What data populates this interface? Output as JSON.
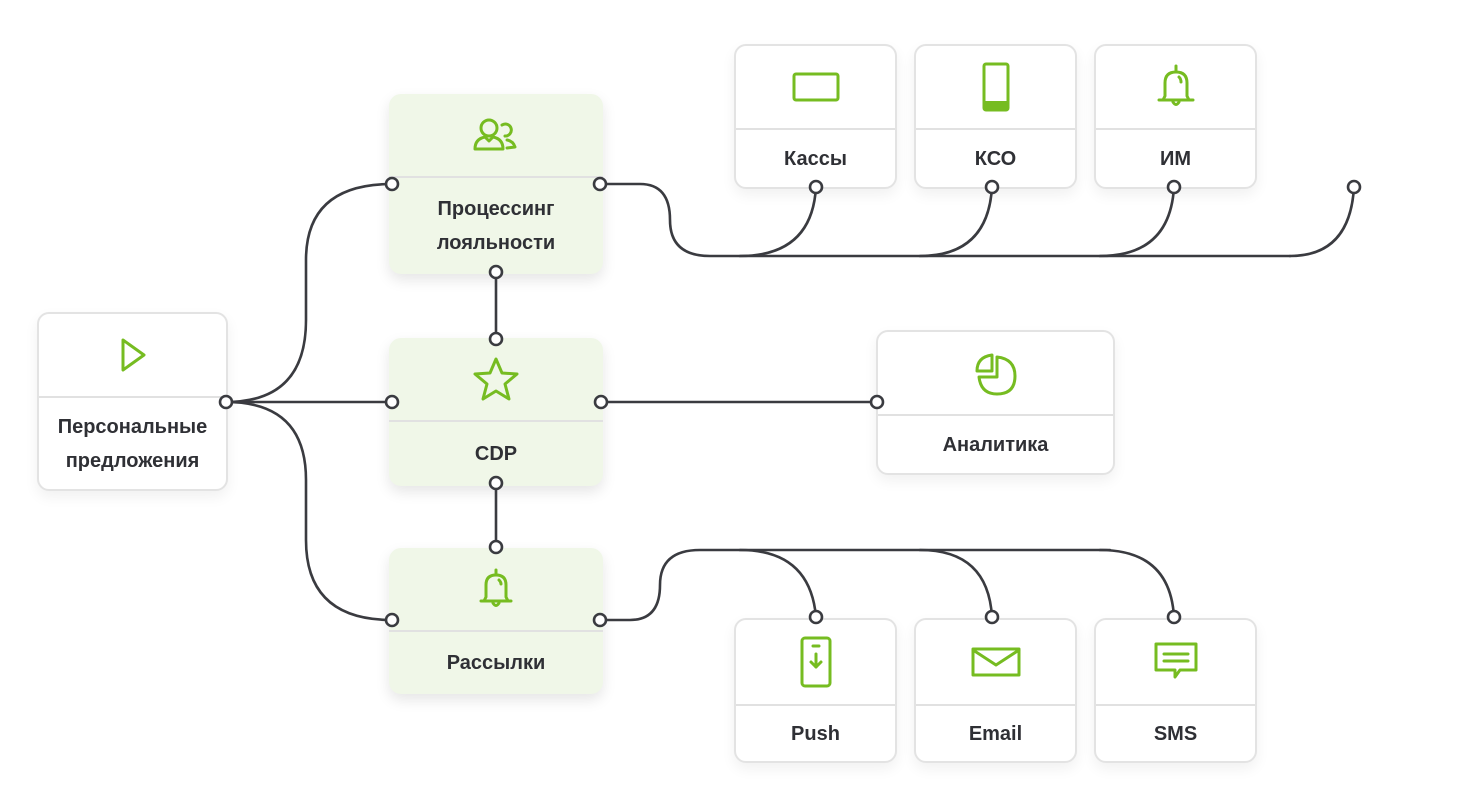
{
  "diagram": {
    "accent_color": "#76bc21",
    "line_color": "#3a3b40",
    "hub_background": "#f0f7e8",
    "nodes": {
      "personal": {
        "label": "Персональные предложения",
        "icon": "play-icon"
      },
      "loyalty": {
        "label": "Процессинг лояльности",
        "icon": "users-icon"
      },
      "cdp": {
        "label": "CDP",
        "icon": "star-icon"
      },
      "mailing": {
        "label": "Рассылки",
        "icon": "bell-icon"
      },
      "kassy": {
        "label": "Кассы",
        "icon": "pos-terminal-icon"
      },
      "kso": {
        "label": "КСО",
        "icon": "phone-icon"
      },
      "im": {
        "label": "ИМ",
        "icon": "bell-icon"
      },
      "analytics": {
        "label": "Аналитика",
        "icon": "pie-chart-icon"
      },
      "push": {
        "label": "Push",
        "icon": "phone-download-icon"
      },
      "email": {
        "label": "Email",
        "icon": "envelope-icon"
      },
      "sms": {
        "label": "SMS",
        "icon": "chat-message-icon"
      }
    },
    "edges": [
      {
        "from": "Персональные предложения",
        "to": "Процессинг лояльности"
      },
      {
        "from": "Персональные предложения",
        "to": "CDP"
      },
      {
        "from": "Персональные предложения",
        "to": "Рассылки"
      },
      {
        "from": "Процессинг лояльности",
        "to": "CDP"
      },
      {
        "from": "CDP",
        "to": "Рассылки"
      },
      {
        "from": "CDP",
        "to": "Аналитика"
      },
      {
        "from": "Процессинг лояльности",
        "to": "Кассы"
      },
      {
        "from": "Процессинг лояльности",
        "to": "КСО"
      },
      {
        "from": "Процессинг лояльности",
        "to": "ИМ"
      },
      {
        "from": "Процессинг лояльности",
        "to": "(empty endpoint)"
      },
      {
        "from": "Рассылки",
        "to": "Push"
      },
      {
        "from": "Рассылки",
        "to": "Email"
      },
      {
        "from": "Рассылки",
        "to": "SMS"
      }
    ]
  }
}
